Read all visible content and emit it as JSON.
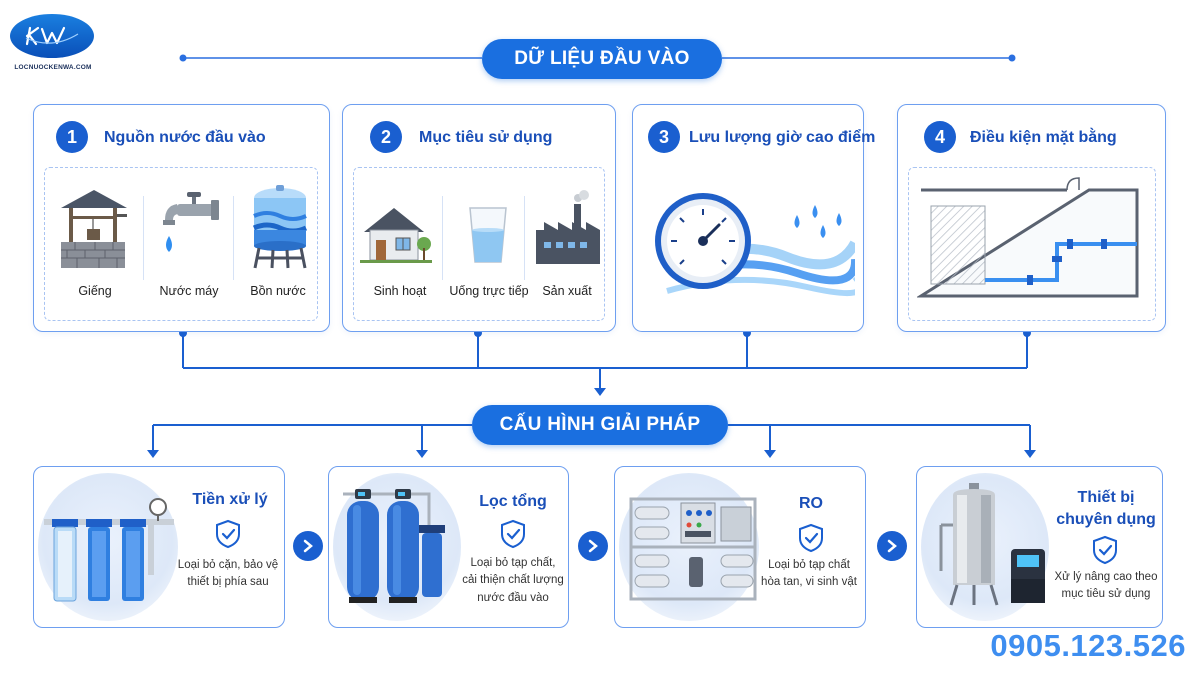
{
  "logo": {
    "mark": "KW",
    "site": "LOCNUOCKENWA.COM"
  },
  "header_input": "DỮ LIỆU ĐẦU VÀO",
  "header_solution": "CẤU HÌNH GIẢI PHÁP",
  "inputs": [
    {
      "number": "1",
      "title": "Nguồn nước đầu vào",
      "items": [
        {
          "label": "Giếng",
          "icon": "well-icon"
        },
        {
          "label": "Nước máy",
          "icon": "faucet-icon"
        },
        {
          "label": "Bồn nước",
          "icon": "water-tank-icon"
        }
      ]
    },
    {
      "number": "2",
      "title": "Mục tiêu sử dụng",
      "items": [
        {
          "label": "Sinh hoạt",
          "icon": "house-icon"
        },
        {
          "label": "Uống trực tiếp",
          "icon": "glass-icon"
        },
        {
          "label": "Sản xuất",
          "icon": "factory-icon"
        }
      ]
    },
    {
      "number": "3",
      "title": "Lưu lượng giờ cao điểm",
      "icon": "flow-gauge-icon"
    },
    {
      "number": "4",
      "title": "Điều kiện mặt bằng",
      "icon": "floor-plan-icon"
    }
  ],
  "solutions": [
    {
      "title": "Tiền xử lý",
      "desc": [
        "Loại bỏ cặn, bảo vệ",
        "thiết bị phía sau"
      ],
      "icon": "prefilter-housings-icon"
    },
    {
      "title": "Lọc tổng",
      "desc": [
        "Loại bỏ tạp chất,",
        "cải thiện chất lượng",
        "nước đầu vào"
      ],
      "icon": "whole-house-filter-icon"
    },
    {
      "title": "RO",
      "desc": [
        "Loại bỏ tạp chất",
        "hòa tan, vi sinh vật"
      ],
      "icon": "ro-system-icon"
    },
    {
      "title": "Thiết bị\nchuyên dụng",
      "title_lines": [
        "Thiết bị",
        "chuyên dụng"
      ],
      "desc": [
        "Xử lý nâng cao theo",
        "mục tiêu sử dụng"
      ],
      "icon": "specialized-equipment-icon"
    }
  ],
  "phone": "0905.123.526",
  "colors": {
    "primary": "#1a6fe0",
    "card_border": "#6e9ff0",
    "title": "#1a4fb8",
    "phone": "#3e8ef0"
  }
}
